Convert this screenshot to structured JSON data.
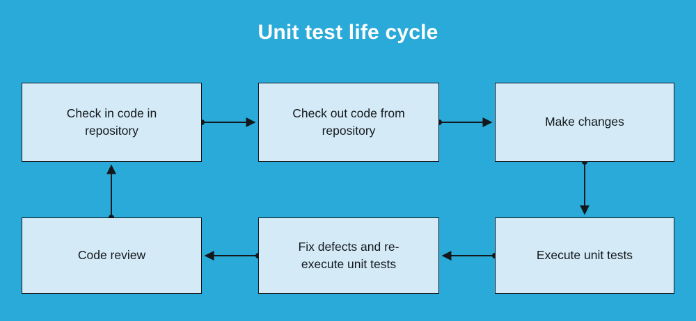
{
  "diagram": {
    "title": "Unit test life cycle",
    "type": "flowchart",
    "background_color": "#29aad8",
    "node_fill_color": "#d4ebf7",
    "node_border_color": "#14181c",
    "title_color": "#ffffff",
    "nodes": [
      {
        "id": "checkin",
        "label": "Check in code in\nrepository"
      },
      {
        "id": "checkout",
        "label": "Check out code from\nrepository"
      },
      {
        "id": "makechanges",
        "label": "Make changes"
      },
      {
        "id": "codereview",
        "label": "Code review"
      },
      {
        "id": "fixdefects",
        "label": "Fix defects and re-\nexecute unit tests"
      },
      {
        "id": "executetests",
        "label": "Execute unit tests"
      }
    ],
    "edges": [
      {
        "from": "checkin",
        "to": "checkout",
        "direction": "right"
      },
      {
        "from": "checkout",
        "to": "makechanges",
        "direction": "right"
      },
      {
        "from": "makechanges",
        "to": "executetests",
        "direction": "down"
      },
      {
        "from": "executetests",
        "to": "fixdefects",
        "direction": "left"
      },
      {
        "from": "fixdefects",
        "to": "codereview",
        "direction": "left"
      },
      {
        "from": "codereview",
        "to": "checkin",
        "direction": "up"
      }
    ]
  }
}
